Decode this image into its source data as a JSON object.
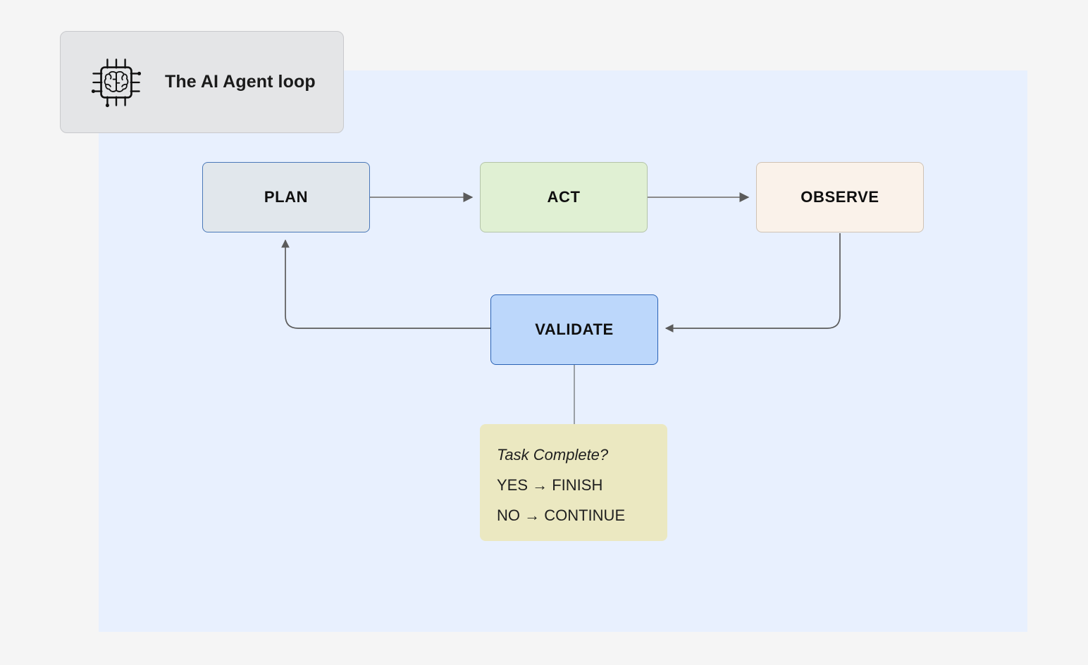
{
  "page": {
    "background": "#f5f5f5",
    "canvas_background": "#e8f0fe"
  },
  "title_card": {
    "icon": "brain-chip-icon",
    "title": "The AI Agent loop",
    "background": "#e4e5e7",
    "border_color": "#c8c9cc"
  },
  "nodes": [
    {
      "id": "plan",
      "label": "PLAN",
      "fill": "#e1e7ec",
      "stroke": "#4a78b8"
    },
    {
      "id": "act",
      "label": "ACT",
      "fill": "#e0f0d3",
      "stroke": "#b4c4a8"
    },
    {
      "id": "observe",
      "label": "OBSERVE",
      "fill": "#faf2ea",
      "stroke": "#cfc2b4"
    },
    {
      "id": "validate",
      "label": "VALIDATE",
      "fill": "#bcd7fb",
      "stroke": "#2a62b5"
    }
  ],
  "note": {
    "fill": "#ebe8c1",
    "lines": [
      {
        "text": "Task Complete?",
        "style": "italic"
      },
      {
        "text": "YES → FINISH",
        "style": "normal"
      },
      {
        "text": "NO → CONTINUE",
        "style": "normal"
      }
    ]
  },
  "connectors": [
    {
      "id": "plan-to-act",
      "from": "plan",
      "to": "act",
      "arrowhead": true
    },
    {
      "id": "act-to-observe",
      "from": "act",
      "to": "observe",
      "arrowhead": true
    },
    {
      "id": "observe-to-validate",
      "from": "observe",
      "to": "validate",
      "arrowhead": true
    },
    {
      "id": "validate-to-plan",
      "from": "validate",
      "to": "plan",
      "arrowhead": true
    },
    {
      "id": "validate-to-note",
      "from": "validate",
      "to": "note",
      "arrowhead": false
    }
  ],
  "connector_color": "#5b5b5b"
}
